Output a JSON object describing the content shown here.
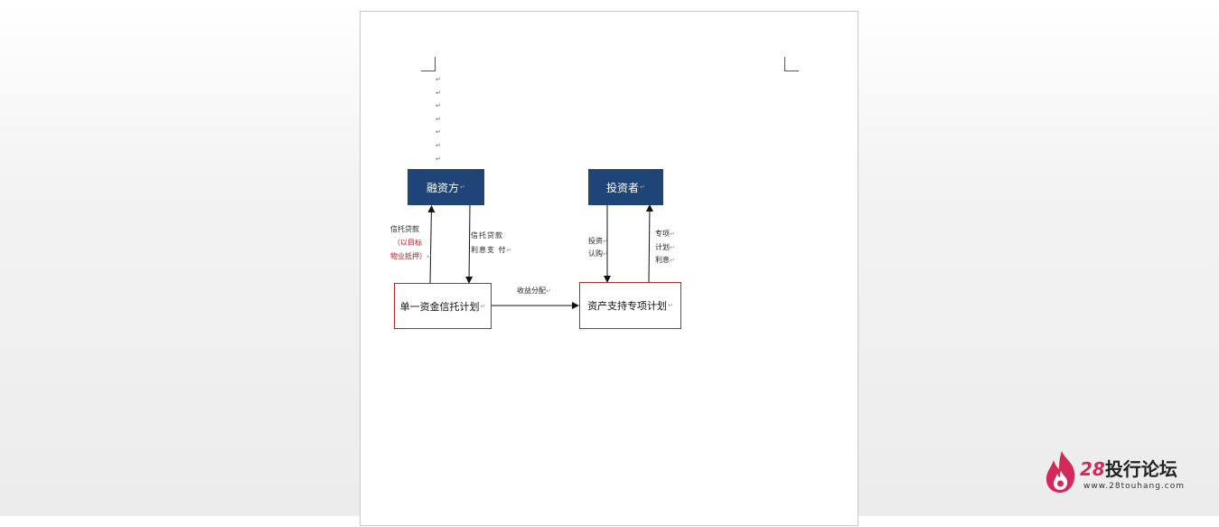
{
  "document": {
    "nodes": {
      "financer": "融资方",
      "investor": "投资者",
      "trust_plan": "单一资金信托计划",
      "abs_plan": "资产支持专项计划"
    },
    "labels": {
      "trust_loan": "信托贷款",
      "collateral_line1": "（以目标",
      "collateral_line2": "物业抵押）",
      "loan_repay_line1": "信托贷款",
      "loan_repay_line2": "利息支 付",
      "invest": "投资",
      "subscribe": "认购",
      "special": "专项",
      "plan": "计划",
      "interest": "利息",
      "income_distribution": "收益分配"
    },
    "paragraph_mark": "↵"
  },
  "watermark": {
    "brand_number": "28",
    "brand_name": "投行论坛",
    "url": "www.28touhang.com",
    "accent_color": "#d22a5a"
  },
  "colors": {
    "node_blue": "#1f4478",
    "node_border_red": "#b02a2a",
    "label_red": "#c0161c"
  }
}
